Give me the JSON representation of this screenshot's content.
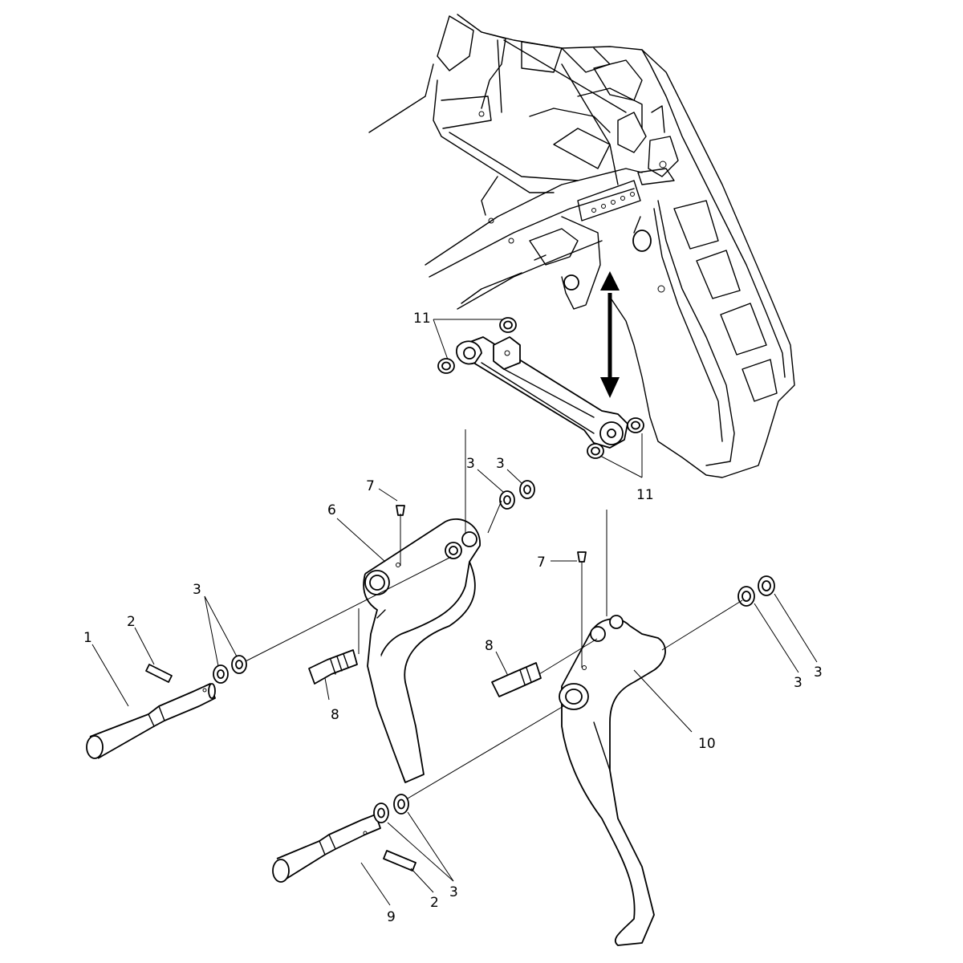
{
  "figure": {
    "callouts": {
      "c11_top": "11",
      "c11_bottom": "11",
      "c3_top_a": "3",
      "c3_top_b": "3",
      "c7_left": "7",
      "c6": "6",
      "c3_left": "3",
      "c2_left": "2",
      "c1": "1",
      "c8_left": "8",
      "c7_right": "7",
      "c8_right": "8",
      "c10": "10",
      "c3_right_a": "3",
      "c3_right_b": "3",
      "c3_bottom": "3",
      "c2_bottom": "2",
      "c9": "9"
    }
  }
}
